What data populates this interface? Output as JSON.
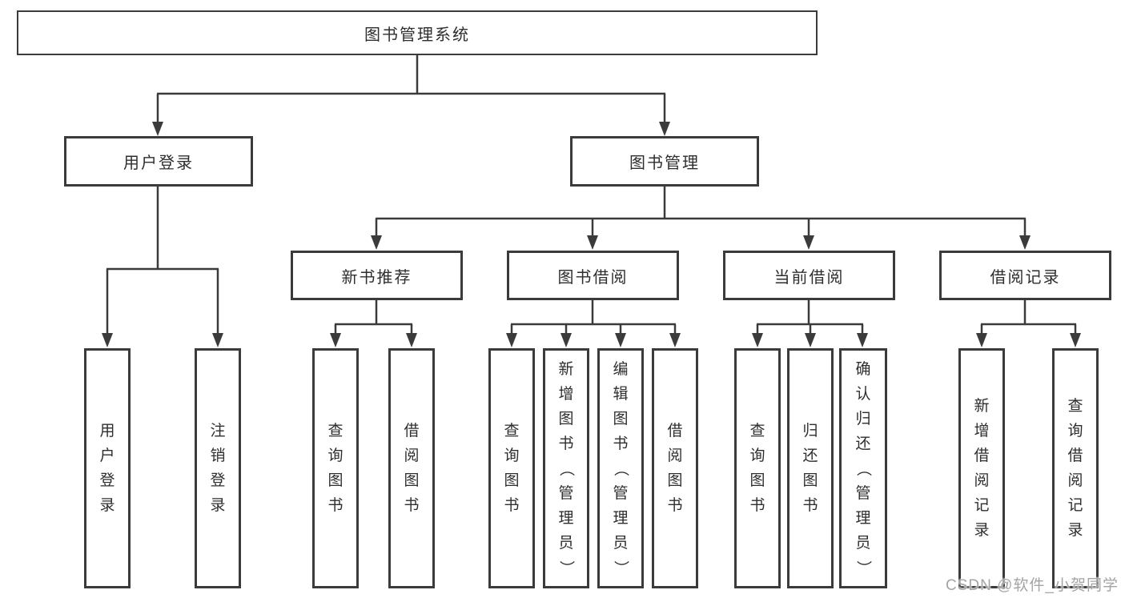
{
  "diagram": {
    "root": "图书管理系统",
    "level2": [
      "用户登录",
      "图书管理"
    ],
    "level3": [
      "新书推荐",
      "图书借阅",
      "当前借阅",
      "借阅记录"
    ],
    "leaves": {
      "login": [
        "用户登录",
        "注销登录"
      ],
      "newbook": [
        "查询图书",
        "借阅图书"
      ],
      "borrow": [
        "查询图书",
        "新增图书（管理员）",
        "编辑图书（管理员）",
        "借阅图书"
      ],
      "current": [
        "查询图书",
        "归还图书",
        "确认归还（管理员）"
      ],
      "records": [
        "新增借阅记录",
        "查询借阅记录"
      ]
    }
  },
  "watermark": "CSDN @软件_小贺同学",
  "colors": {
    "line": "#3b3b3b",
    "background": "#ffffff",
    "watermark_text": "#a4a4a4"
  }
}
